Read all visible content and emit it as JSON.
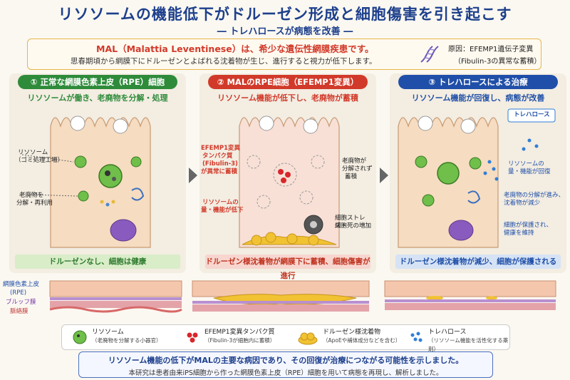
{
  "title": "リソソームの機能低下がドルーゼン形成と細胞傷害を引き起こす",
  "subtitle": "― トレハロースが病態を改善 ―",
  "intro": {
    "main": "MAL（Malattia Leventinese）は、希少な遺伝性網膜疾患です。",
    "sub": "思春期頃から網膜下にドルーゼンとよばれる沈着物が生じ、進行すると視力が低下します。",
    "cause_line1": "原因：EFEMP1遺伝子変異",
    "cause_line2": "（Fibulin-3の異常な蓄積）"
  },
  "panels": [
    {
      "header": "① 正常な網膜色素上皮（RPE）細胞",
      "desc": "リソソームが働き、老廃物を分解・処理",
      "labels": [
        "リソソーム",
        "（ゴミ処理工場）",
        "老廃物を",
        "分解・再利用"
      ],
      "footer": "ドルーゼンなし、細胞は健康",
      "color": "#2e8b3a",
      "footer_bg": "#d9edc8"
    },
    {
      "header": "② MALのRPE細胞（EFEMP1変異）",
      "desc": "リソソーム機能が低下し、老廃物が蓄積",
      "labels": [
        "EFEMP1変異",
        "タンパク質",
        "(Fibulin-3)",
        "が異常に蓄積",
        "リソソームの",
        "量・機能が低下",
        "老廃物が",
        "分解されず",
        "蓄積",
        "細胞ストレス・",
        "細胞死の増加"
      ],
      "footer": "ドルーゼン様沈着物が網膜下に蓄積、細胞傷害が進行",
      "color": "#d13a2a",
      "footer_bg": "#f7d6cf"
    },
    {
      "header": "③ トレハロースによる治療",
      "desc": "リソソーム機能が回復し、病態が改善",
      "labels": [
        "トレハロース",
        "リソソームの",
        "量・機能が回復",
        "老廃物の分解が進み、",
        "沈着物が減少",
        "細胞が保護され、",
        "健康を維持"
      ],
      "footer": "ドルーゼン様沈着物が減少、細胞が保護される",
      "color": "#1f4fa8",
      "footer_bg": "#d6e3f5"
    }
  ],
  "side_labels": [
    "網膜色素上皮",
    "(RPE)",
    "ブルッフ膜",
    "脈絡膜"
  ],
  "legend": [
    {
      "name": "リソソーム",
      "note": "（老廃物を分解する小器官）"
    },
    {
      "name": "EFEMP1変異タンパク質",
      "note": "（Fibulin-3が細胞内に蓄積）"
    },
    {
      "name": "ドルーゼン様沈着物",
      "note": "（ApoEや補体成分などを含む）"
    },
    {
      "name": "トレハロース",
      "note": "（リソソーム機能を活性化する薬剤）"
    }
  ],
  "conclusion": {
    "line1": "リソソーム機能の低下がMALの主要な病因であり、その回復が治療につながる可能性を示しました。",
    "line2": "本研究は患者由来iPS細胞から作った網膜色素上皮（RPE）細胞を用いて病態を再現し、解析しました。"
  },
  "colors": {
    "title": "#1d3f8c",
    "lysosome": "#4fa83a",
    "mutant": "#d8262c",
    "drusen": "#f1c232",
    "trehalose": "#2f7fd8"
  }
}
